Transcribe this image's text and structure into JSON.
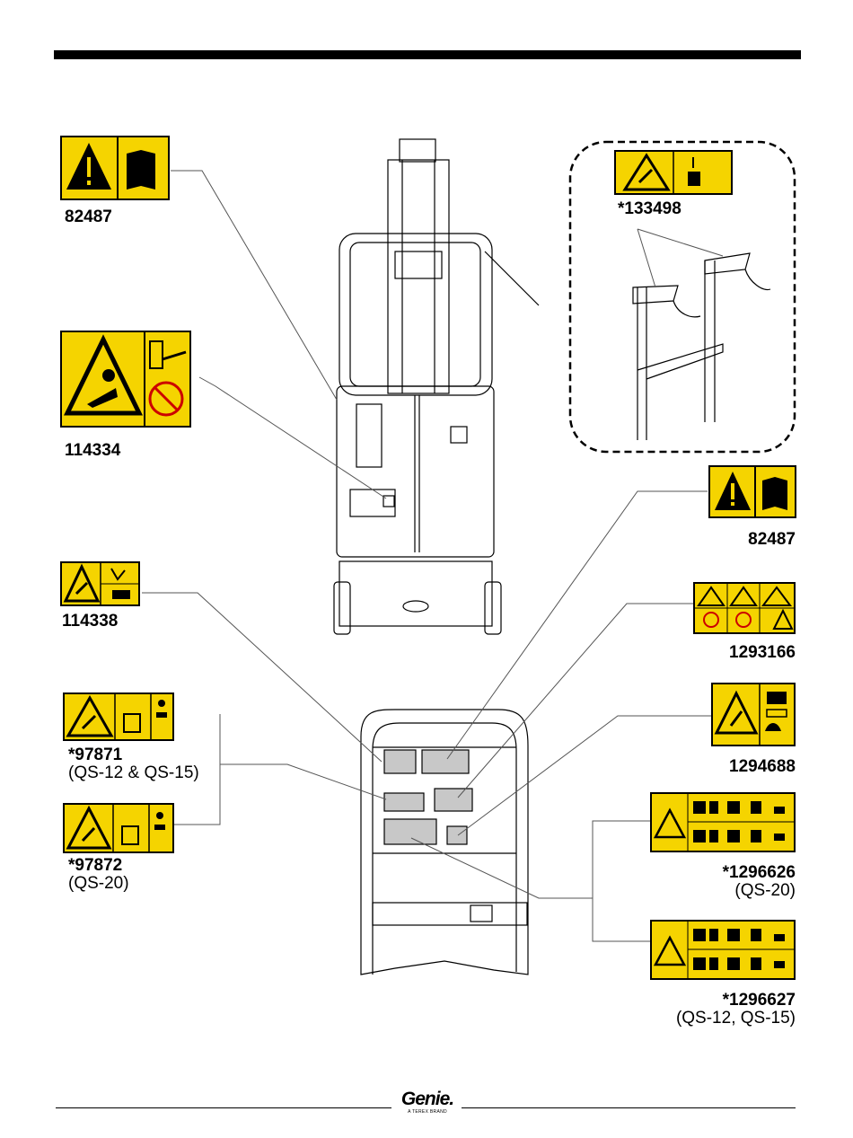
{
  "decals": {
    "d82487_top": {
      "part": "82487",
      "note": ""
    },
    "d114334": {
      "part": "114334",
      "note": ""
    },
    "d114338": {
      "part": "114338",
      "note": ""
    },
    "d97871": {
      "part": "*97871",
      "note": "(QS-12 & QS-15)"
    },
    "d97872": {
      "part": "*97872",
      "note": "(QS-20)"
    },
    "d133498": {
      "part": "*133498",
      "note": ""
    },
    "d82487_right": {
      "part": "82487",
      "note": ""
    },
    "d1293166": {
      "part": "1293166",
      "note": ""
    },
    "d1294688": {
      "part": "1294688",
      "note": ""
    },
    "d1296626": {
      "part": "*1296626",
      "note": "(QS-20)"
    },
    "d1296627": {
      "part": "*1296627",
      "note": "(QS-12, QS-15)"
    }
  },
  "footer": {
    "brand": "Genie.",
    "tagline": "A TEREX BRAND"
  },
  "colors": {
    "decal_yellow": "#f5d400",
    "ink": "#000000"
  }
}
